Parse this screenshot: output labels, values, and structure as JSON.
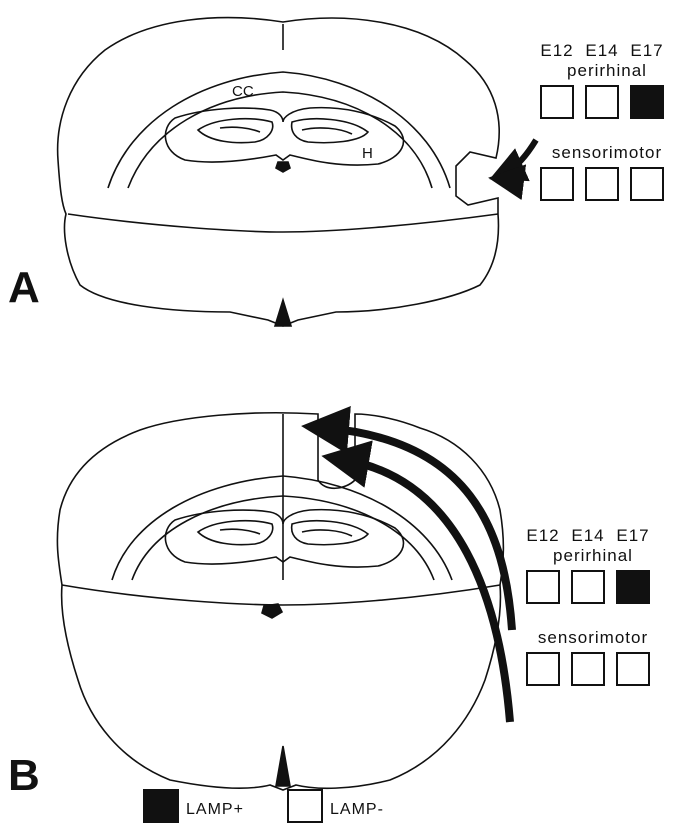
{
  "panel_a": {
    "label": "A",
    "region_labels": {
      "cc": "CC",
      "h": "H"
    },
    "ages": [
      "E12",
      "E14",
      "E17"
    ],
    "groups": [
      {
        "name": "perirhinal",
        "states": [
          "minus",
          "minus",
          "plus"
        ]
      },
      {
        "name": "sensorimotor",
        "states": [
          "minus",
          "minus",
          "minus"
        ]
      }
    ]
  },
  "panel_b": {
    "label": "B",
    "ages": [
      "E12",
      "E14",
      "E17"
    ],
    "groups": [
      {
        "name": "perirhinal",
        "states": [
          "minus",
          "minus",
          "plus"
        ]
      },
      {
        "name": "sensorimotor",
        "states": [
          "minus",
          "minus",
          "minus"
        ]
      }
    ]
  },
  "legend": {
    "plus_label": "LAMP+",
    "minus_label": "LAMP-"
  },
  "colors": {
    "ink": "#111111",
    "paper": "#ffffff"
  }
}
